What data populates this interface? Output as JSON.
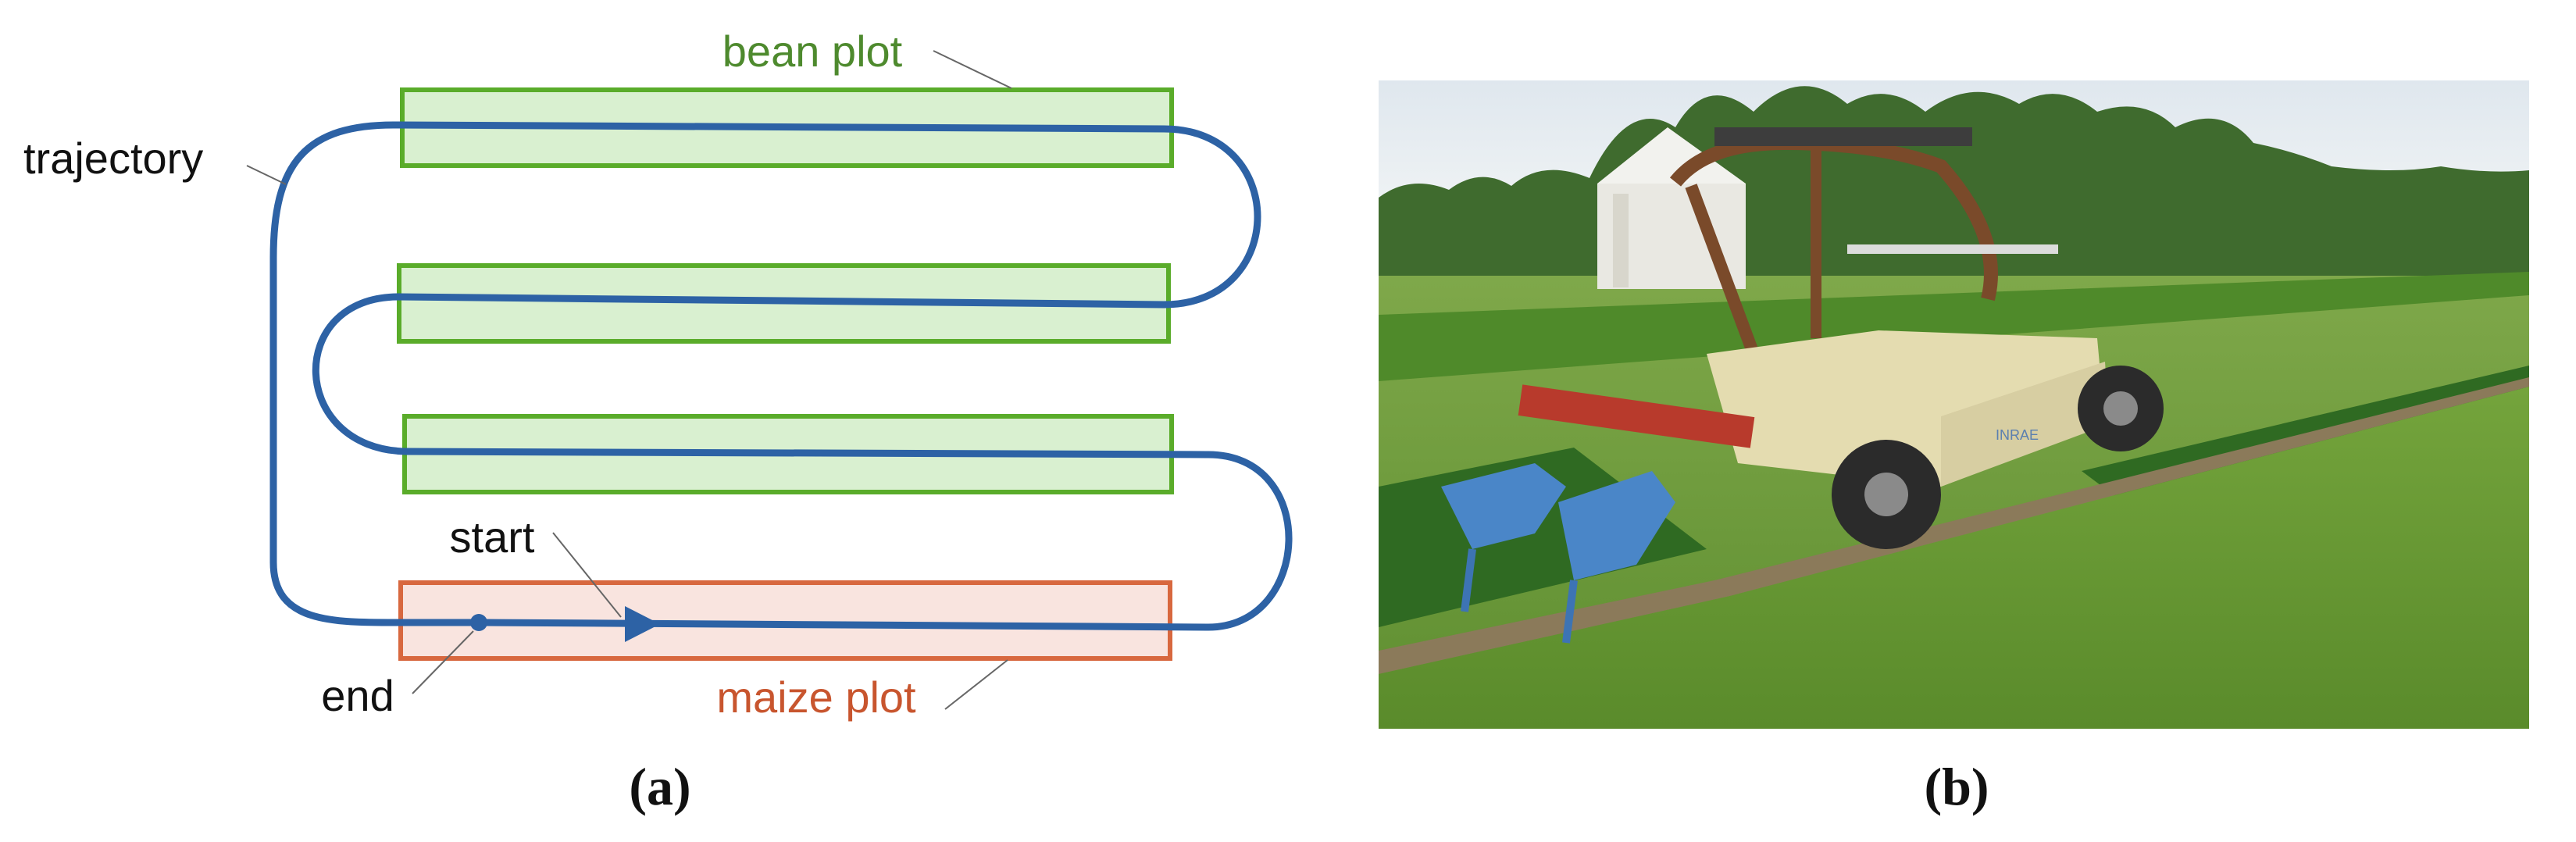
{
  "diagram": {
    "labels": {
      "bean_plot": "bean plot",
      "trajectory": "trajectory",
      "start": "start",
      "end": "end",
      "maize_plot": "maize plot"
    },
    "caption": "(a)",
    "colors": {
      "bean_fill": "#d9f0d0",
      "bean_stroke": "#5aac2a",
      "bean_text": "#4e8a2e",
      "maize_fill": "#f9e4df",
      "maize_stroke": "#d8683f",
      "maize_text": "#c8552e",
      "trajectory": "#2d62a5"
    }
  },
  "photo": {
    "caption": "(b)",
    "sign_text": "INRAE"
  }
}
